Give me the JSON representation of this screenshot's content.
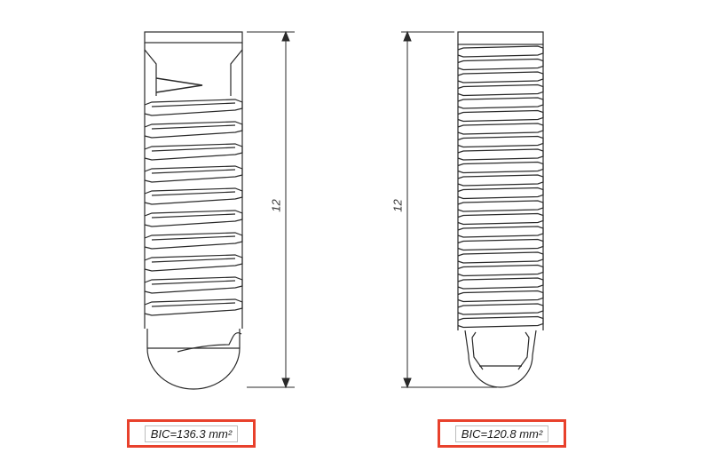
{
  "implants": [
    {
      "id": "left",
      "length_label": "12",
      "bic_label": "BIC=136.3 mm²"
    },
    {
      "id": "right",
      "length_label": "12",
      "bic_label": "BIC=120.8 mm²"
    }
  ],
  "colors": {
    "line": "#2a2a2a",
    "highlight_border": "#e8412c",
    "background": "#ffffff"
  }
}
